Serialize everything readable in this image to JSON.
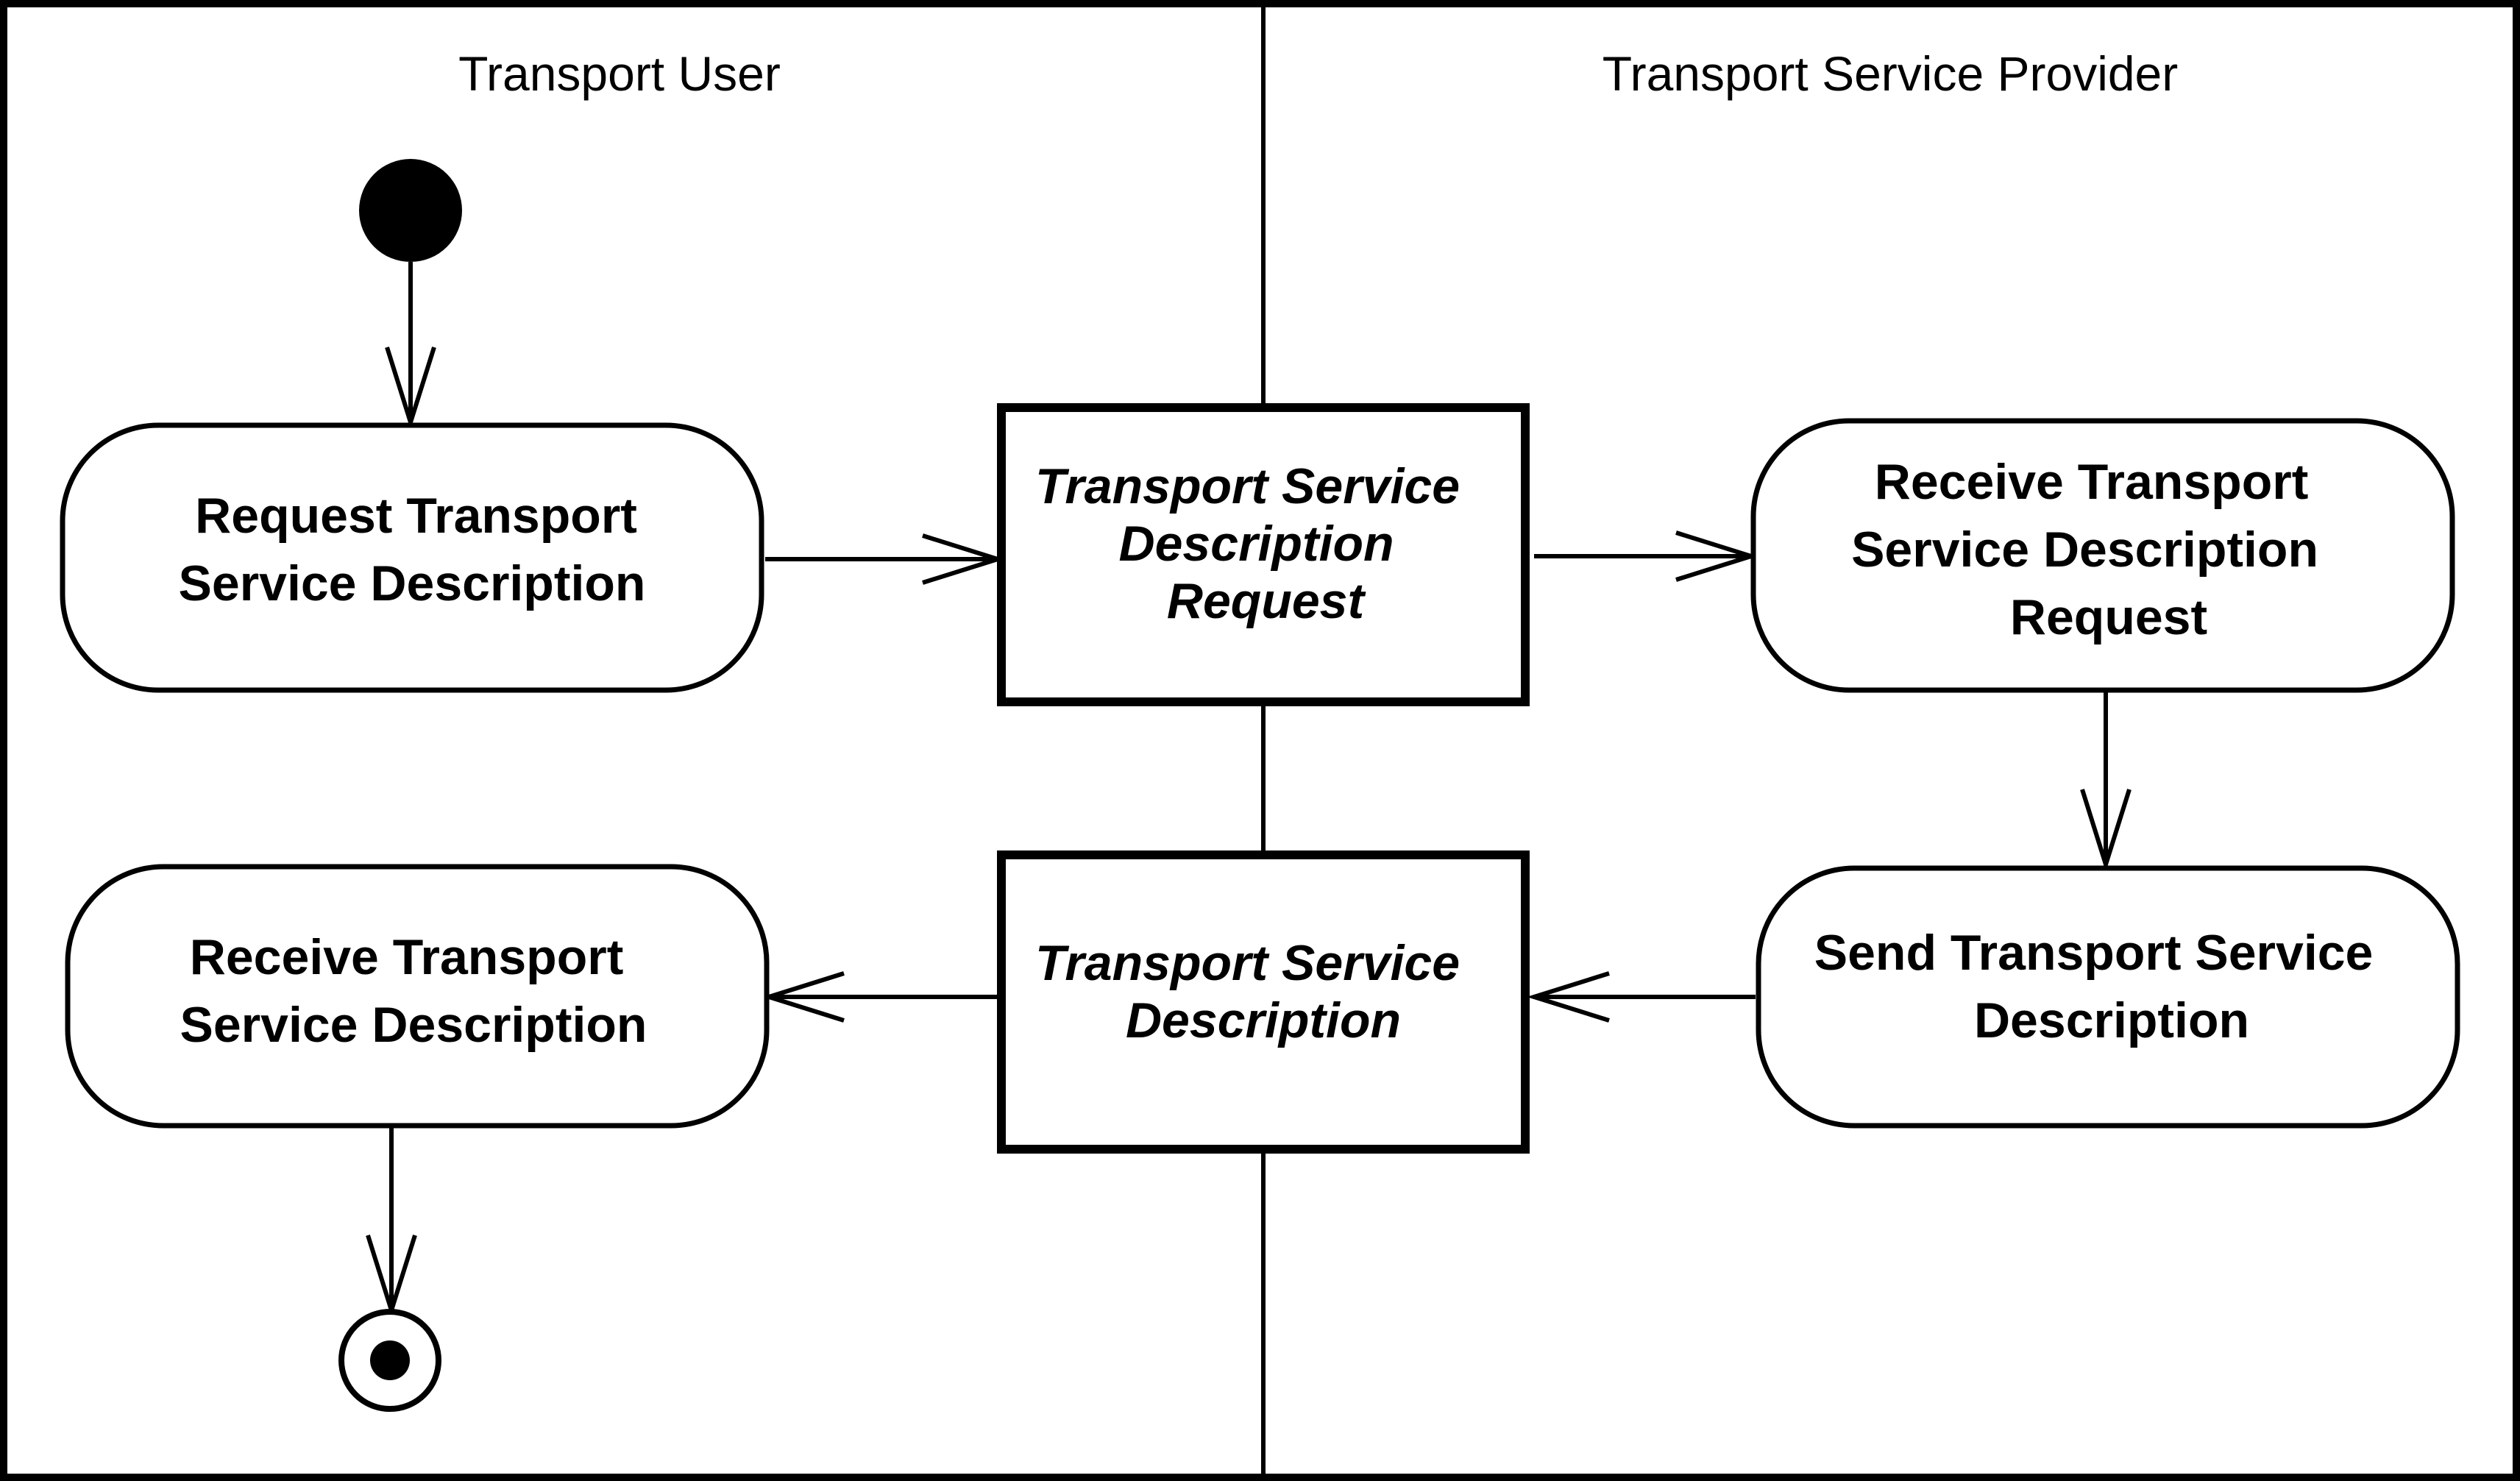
{
  "lanes": {
    "left_title": "Transport User",
    "right_title": "Transport Service Provider"
  },
  "actions": {
    "request_description": [
      "Request Transport",
      "Service Description"
    ],
    "receive_description": [
      "Receive Transport",
      "Service Description"
    ],
    "receive_request": [
      "Receive Transport",
      "Service Description",
      "Request"
    ],
    "send_description": [
      "Send Transport Service",
      "Description"
    ]
  },
  "objects": {
    "description_request": [
      "Transport Service",
      "Description",
      "Request"
    ],
    "description": [
      "Transport Service",
      "Description"
    ]
  },
  "colors": {
    "stroke": "#000000",
    "background": "#ffffff"
  }
}
